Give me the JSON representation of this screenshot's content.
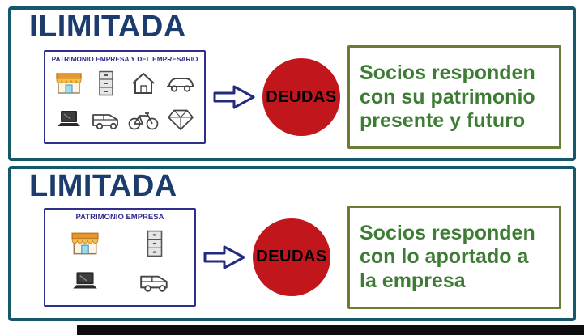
{
  "panels": [
    {
      "title": "ILIMITADA",
      "patrimonio_label": "PATRIMONIO EMPRESA Y DEL EMPRESARIO",
      "deudas_label": "DEUDAS",
      "result_text": "Socios responden\ncon su patrimonio\npresente y futuro",
      "icons": [
        "store-icon",
        "file-cabinet-icon",
        "house-icon",
        "car-icon",
        "laptop-icon",
        "van-icon",
        "bicycle-icon",
        "diamond-icon"
      ]
    },
    {
      "title": "LIMITADA",
      "patrimonio_label": "PATRIMONIO EMPRESA",
      "deudas_label": "DEUDAS",
      "result_text": "Socios responden\ncon lo aportado a\nla empresa",
      "icons": [
        "store-icon",
        "file-cabinet-icon",
        "laptop-icon",
        "van-icon"
      ]
    }
  ],
  "colors": {
    "panel_border": "#16586b",
    "title": "#1b3c6d",
    "box_border": "#312e8c",
    "red": "#c2161d",
    "green_border": "#6b7c34",
    "green_text": "#3e7c35",
    "arrow": "#232b7e",
    "strip": "#0d0d0d"
  }
}
